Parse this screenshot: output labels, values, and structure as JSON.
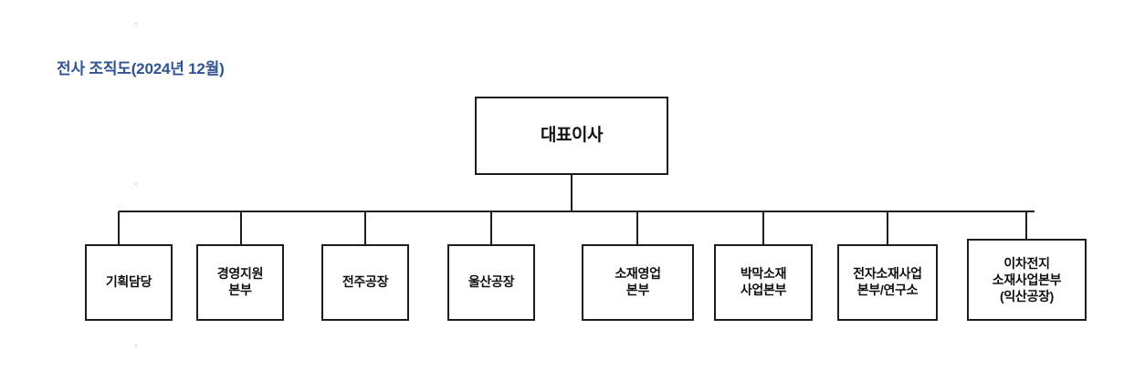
{
  "document": {
    "title": "전사 조직도(2024년 12월)",
    "title_color": "#2e5496",
    "line_color": "#1d1d1d",
    "background_color": "#ffffff"
  },
  "org_chart": {
    "root": {
      "label": "대표이사"
    },
    "children": [
      {
        "label": "기획담당"
      },
      {
        "label": "경영지원\n본부"
      },
      {
        "label": "전주공장"
      },
      {
        "label": "울산공장"
      },
      {
        "label": "소재영업\n본부"
      },
      {
        "label": "박막소재\n사업본부"
      },
      {
        "label": "전자소재사업\n본부/연구소"
      },
      {
        "label": "이차전지\n소재사업본부\n(익산공장)"
      }
    ]
  }
}
